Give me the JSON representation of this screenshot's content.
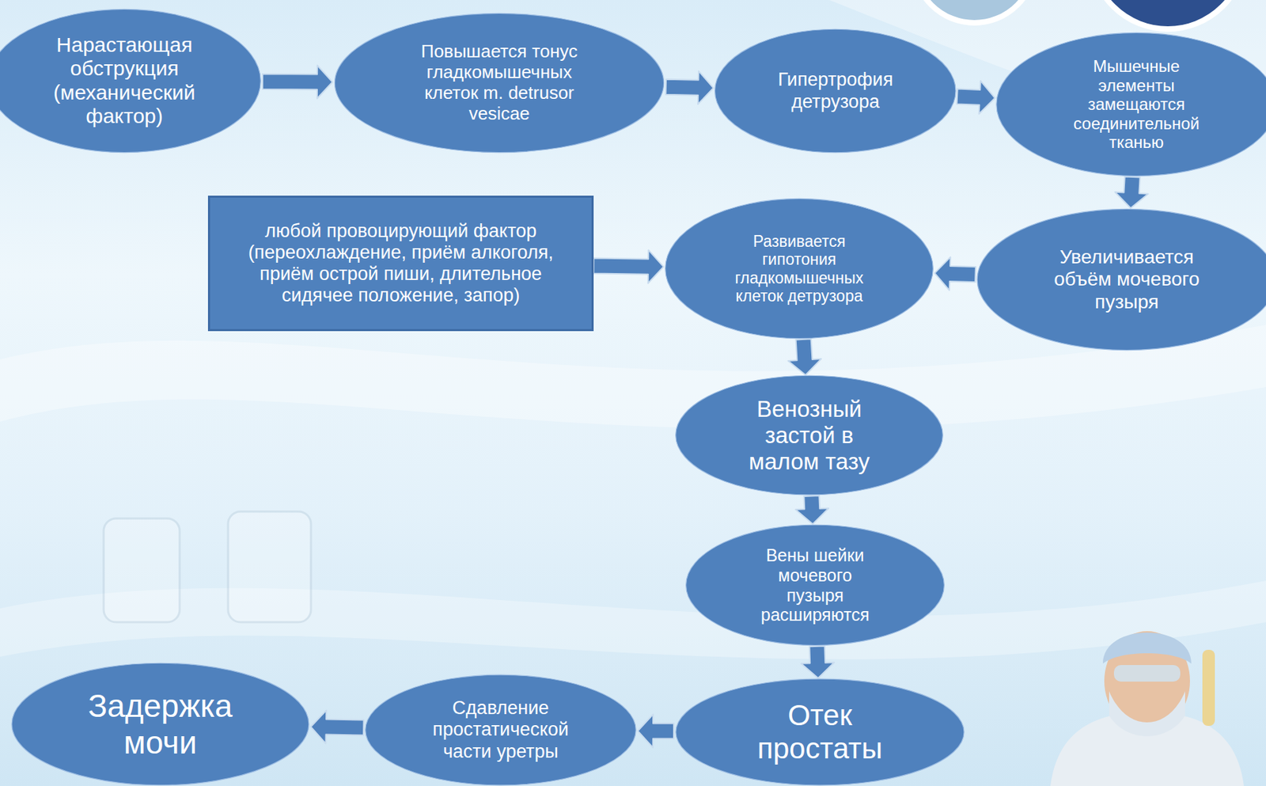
{
  "diagram": {
    "nodes": [
      {
        "text": [
          "Нарастающая обструкция (механический фактор)"
        ]
      },
      {
        "text": [
          "Повышается тонус гладкомышечных клеток m. detrusor vesicae"
        ]
      },
      {
        "text": [
          "Гипертрофия детрузора"
        ]
      },
      {
        "text": [
          "Мышечные элементы замещаются соединительной тканью"
        ]
      },
      {
        "text": [
          "любой провоцирующий фактор (переохлаждение, приём алкоголя, приём острой пиши, длительное сидячее положение, запор)"
        ]
      },
      {
        "text": [
          "Развивается гипотония гладкомышечных клеток детрузора"
        ]
      },
      {
        "text": [
          "Увеличивается объём мочевого пузыря"
        ]
      },
      {
        "text": [
          "Венозный застой в малом тазу"
        ]
      },
      {
        "text": [
          "Вены шейки мочевого пузыря расширяются"
        ]
      },
      {
        "text": [
          "Задержка мочи"
        ]
      },
      {
        "text": [
          "Сдавление простатической части уретры"
        ]
      },
      {
        "text": [
          "Отек простаты"
        ]
      }
    ],
    "edges": [
      {
        "from": 0,
        "to": 1,
        "arrow": "to"
      },
      {
        "from": 1,
        "to": 2,
        "arrow": "to"
      },
      {
        "from": 2,
        "to": 3,
        "arrow": "to"
      },
      {
        "from": 3,
        "to": 6,
        "arrow": "to"
      },
      {
        "from": 6,
        "to": 5,
        "arrow": "to"
      },
      {
        "from": 4,
        "to": 5,
        "arrow": "to"
      },
      {
        "from": 5,
        "to": 7,
        "arrow": "to"
      },
      {
        "from": 7,
        "to": 8,
        "arrow": "to"
      },
      {
        "from": 8,
        "to": 11,
        "arrow": "to"
      },
      {
        "from": 11,
        "to": 10,
        "arrow": "to"
      },
      {
        "from": 10,
        "to": 9,
        "arrow": "to"
      }
    ]
  }
}
